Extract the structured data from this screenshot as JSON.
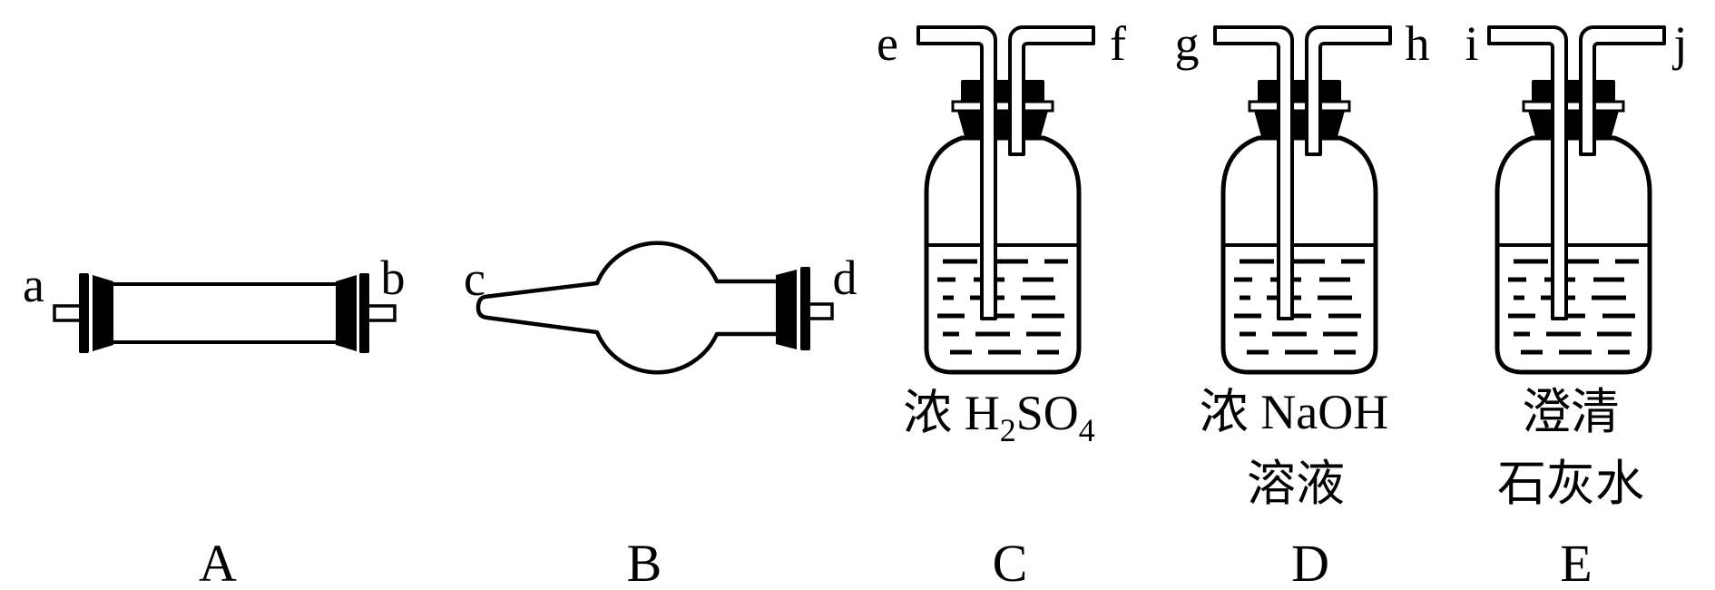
{
  "figure": {
    "description_colors": {
      "ink": "#000000",
      "paper": "#ffffff"
    }
  },
  "apparatus_a": {
    "letter": "A",
    "port_left": "a",
    "port_right": "b"
  },
  "apparatus_b": {
    "letter": "B",
    "port_left": "c",
    "port_right": "d"
  },
  "bottle_c": {
    "letter": "C",
    "port_left": "e",
    "port_right": "f",
    "reagent": {
      "prefix": "浓 H",
      "sub_2": "2",
      "mid": "SO",
      "sub_4": "4"
    }
  },
  "bottle_d": {
    "letter": "D",
    "port_left": "g",
    "port_right": "h",
    "reagent_line1": "浓 NaOH",
    "reagent_line2": "溶液"
  },
  "bottle_e": {
    "letter": "E",
    "port_left": "i",
    "port_right": "j",
    "reagent_line1": "澄清",
    "reagent_line2": "石灰水"
  }
}
